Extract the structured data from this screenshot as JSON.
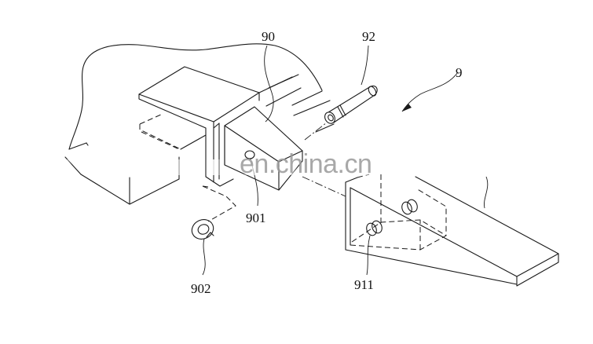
{
  "figure": {
    "type": "patent exploded isometric line drawing",
    "line_color": "#1a1a1a",
    "background": "#ffffff"
  },
  "labels": {
    "assembly": "9",
    "base_block": "90",
    "block_hole": "901",
    "washer": "902",
    "pin": "92",
    "tooth_hole": "911"
  },
  "components": [
    {
      "ref": "90",
      "name": "base block / adapter body"
    },
    {
      "ref": "901",
      "name": "pin hole in adapter nose"
    },
    {
      "ref": "902",
      "name": "spring washer / retainer ring"
    },
    {
      "ref": "92",
      "name": "locking pin"
    },
    {
      "ref": "911",
      "name": "pin hole in tooth"
    },
    {
      "ref": "9",
      "name": "tooth assembly (arrow reference)"
    }
  ],
  "watermark": {
    "text": "en.china.cn",
    "color": "#9a9a9a"
  }
}
